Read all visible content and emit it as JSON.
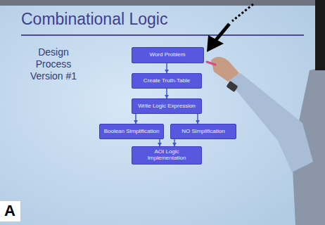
{
  "diagram": {
    "title": "Combinational Logic",
    "nodes": [
      {
        "text": [
          "Word Problem"
        ]
      },
      {
        "text": [
          "Create Truth-Table"
        ]
      },
      {
        "text": [
          "Write Logic Expression"
        ]
      },
      {
        "text": [
          "Boolean Simplification"
        ]
      },
      {
        "text": [
          "NO Simplification"
        ]
      },
      {
        "text": [
          "AOI Logic Implementation"
        ]
      }
    ],
    "edges": [
      {
        "from": 0,
        "to": 1,
        "arrow": "to"
      },
      {
        "from": 1,
        "to": 2,
        "arrow": "to"
      },
      {
        "from": 2,
        "to": 3,
        "arrow": "to"
      },
      {
        "from": 2,
        "to": 4,
        "arrow": "to"
      },
      {
        "from": 3,
        "to": 5,
        "arrow": "to"
      },
      {
        "from": 4,
        "to": 5,
        "arrow": "to"
      }
    ],
    "labels": [
      "Design Process Version #1",
      "A"
    ]
  }
}
